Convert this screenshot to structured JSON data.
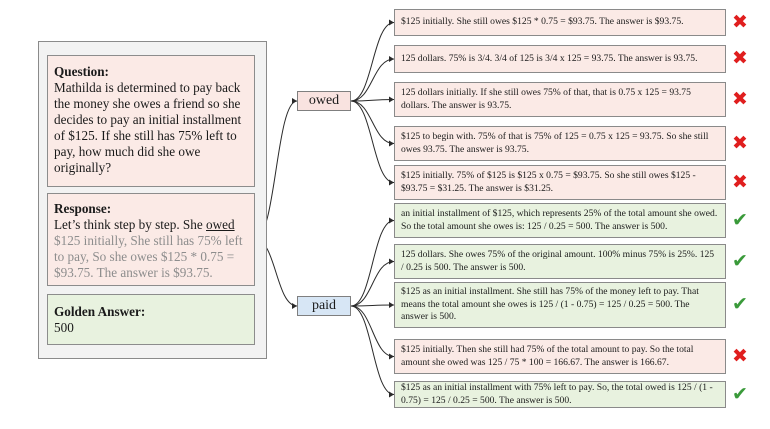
{
  "question": {
    "label": "Question:",
    "text": "Mathilda is determined to pay back the money she owes a friend so she decides to pay an initial installment of $125. If she still has 75% left to pay, how much did she owe originally?"
  },
  "response": {
    "label": "Response:",
    "prefix": "Let’s think step by step. She ",
    "keyword": "owed",
    "continuation": "$125 initially, She still has 75% left to pay, So she owes $125 * 0.75 = $93.75. The answer is $93.75."
  },
  "golden_answer": {
    "label": "Golden Answer:",
    "value": "500"
  },
  "branches": [
    {
      "word": "owed",
      "completions": [
        {
          "text": "$125 initially. She still owes $125 * 0.75 = $93.75. The answer is $93.75.",
          "correct": false
        },
        {
          "text": "125 dollars. 75% is 3/4. 3/4 of 125 is 3/4 x 125 = 93.75. The answer is 93.75.",
          "correct": false
        },
        {
          "text": "125 dollars initially. If she still owes 75% of that, that is 0.75 x 125 = 93.75 dollars. The answer is 93.75.",
          "correct": false
        },
        {
          "text": "$125 to begin with. 75% of that is 75% of 125 = 0.75 x 125 = 93.75. So she still owes 93.75. The answer is 93.75.",
          "correct": false
        },
        {
          "text": "$125 initially. 75% of $125 is $125 x 0.75 = $93.75. So she still owes $125 - $93.75 = $31.25. The answer is $31.25.",
          "correct": false
        }
      ]
    },
    {
      "word": "paid",
      "completions": [
        {
          "text": "an initial installment of $125, which represents 25% of the total amount she owed. So the total amount she owes is: 125 / 0.25 = 500. The answer is 500.",
          "correct": true
        },
        {
          "text": "125 dollars. She owes 75% of the original amount. 100% minus 75% is 25%. 125 / 0.25 is 500. The answer is 500.",
          "correct": true
        },
        {
          "text": "$125 as an initial installment. She still has 75% of the money left to pay. That means the total amount she owes is 125 / (1 - 0.75) = 125 / 0.25 = 500. The answer is 500.",
          "correct": true
        },
        {
          "text": "$125 initially. Then she still had 75% of the total amount to pay. So the total amount she owed was 125 / 75 * 100 = 166.67. The answer is 166.67.",
          "correct": false
        },
        {
          "text": "$125 as an initial installment with 75% left to pay. So, the total owed is 125 / (1 - 0.75) = 125 / 0.25 = 500. The answer is 500.",
          "correct": true
        }
      ]
    }
  ],
  "icons": {
    "correct": "check-icon",
    "incorrect": "cross-icon"
  },
  "colors": {
    "correct": "#3a9a3a",
    "incorrect": "#e01e1e"
  }
}
